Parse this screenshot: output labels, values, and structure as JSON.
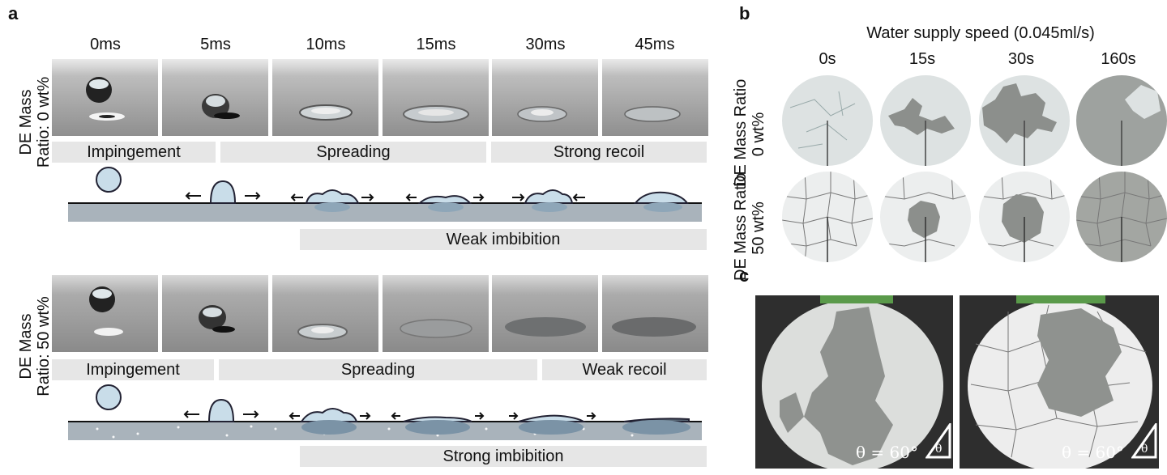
{
  "panel_a": {
    "letter": "a",
    "times": [
      "0ms",
      "5ms",
      "10ms",
      "15ms",
      "30ms",
      "45ms"
    ],
    "row0": {
      "label_line1": "DE Mass",
      "label_line2": "Ratio: 0 wt%",
      "stages": [
        "Impingement",
        "Spreading",
        "Strong recoil"
      ],
      "imbibition": "Weak imbibition"
    },
    "row50": {
      "label_line1": "DE Mass",
      "label_line2": "Ratio: 50 wt%",
      "stages": [
        "Impingement",
        "Spreading",
        "Weak recoil"
      ],
      "imbibition": "Strong imbibition"
    }
  },
  "panel_b": {
    "letter": "b",
    "title": "Water supply speed (0.045ml/s)",
    "times": [
      "0s",
      "15s",
      "30s",
      "160s"
    ],
    "row_label_line1": "DE Mass Ratio",
    "row_labels": [
      "0 wt%",
      "50 wt%"
    ]
  },
  "panel_c": {
    "letter": "c",
    "angle_labels": [
      "θ = 60°",
      "θ = 60°"
    ],
    "triangle_symbol": "θ"
  },
  "colors": {
    "droplet": "#c9dde9",
    "substrate": "#a9b3bb",
    "stage_box": "#e6e6e6",
    "wet_area": "#8c8f8c"
  }
}
